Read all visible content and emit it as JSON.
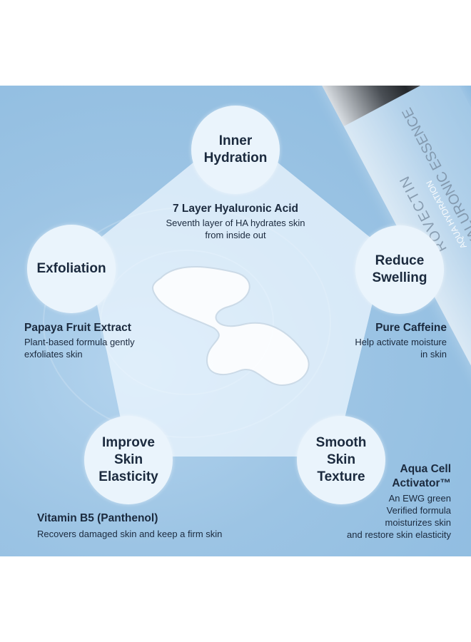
{
  "bottle": {
    "brand": "ROVECTIN",
    "line": "AQUA HYDRATION",
    "product": "HYALURONIC ESSENCE"
  },
  "features": [
    {
      "title_lines": [
        "Inner",
        "Hydration"
      ],
      "ingredient": "7 Layer Hyaluronic Acid",
      "description_lines": [
        "Seventh layer of HA hydrates skin",
        "from inside out"
      ]
    },
    {
      "title_lines": [
        "Exfoliation"
      ],
      "ingredient": "Papaya Fruit Extract",
      "description_lines": [
        "Plant-based formula gently",
        "exfoliates skin"
      ]
    },
    {
      "title_lines": [
        "Reduce",
        "Swelling"
      ],
      "ingredient": "Pure Caffeine",
      "description_lines": [
        "Help activate moisture",
        "in skin"
      ]
    },
    {
      "title_lines": [
        "Improve",
        "Skin",
        "Elasticity"
      ],
      "ingredient": "Vitamin B5 (Panthenol)",
      "description_lines": [
        "Recovers damaged skin and keep a firm skin"
      ]
    },
    {
      "title_lines": [
        "Smooth",
        "Skin",
        "Texture"
      ],
      "ingredient_lines": [
        "Aqua Cell",
        "Activator™"
      ],
      "description_lines": [
        "An EWG green",
        "Verified formula",
        "moisturizes skin",
        "and restore skin elasticity"
      ]
    }
  ],
  "colors": {
    "background": "#9cc4e4",
    "circle": "#eaf4fc",
    "text": "#1b2a3e"
  }
}
